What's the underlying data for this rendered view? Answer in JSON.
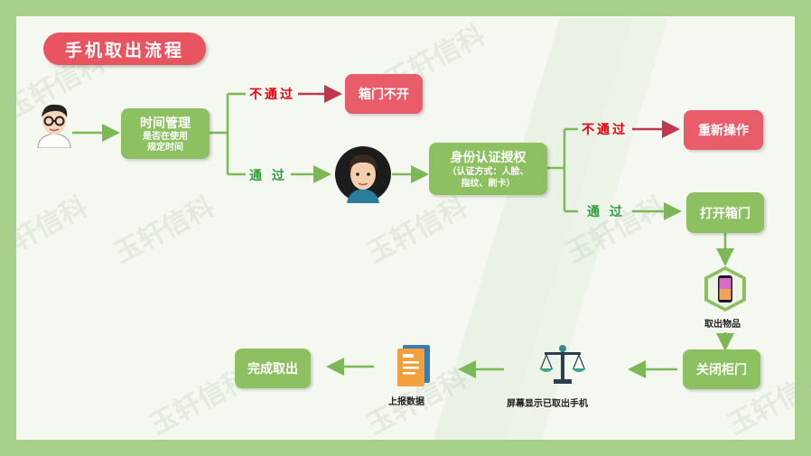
{
  "title": "手机取出流程",
  "nodes": {
    "check_time": {
      "title": "时间管理",
      "sub": "是否在使用\n规定时间"
    },
    "box_closed": "箱门不开",
    "auth": {
      "title": "身份认证授权",
      "sub": "（认证方式：人脸、\n指纹、刷卡）"
    },
    "retry": "重新操作",
    "open_box": "打开箱门",
    "close_box": "关闭柜门",
    "done": "完成取出"
  },
  "labels": {
    "fail_1": "不通过",
    "pass_1": "通 过",
    "fail_2": "不通过",
    "pass_2": "通 过"
  },
  "captions": {
    "take_item": "取出物品",
    "screen_show": "屏幕显示已取出手机",
    "report": "上报数据"
  },
  "watermark": "玉轩信科",
  "icons": [
    "user-avatar-icon",
    "man-face-icon",
    "phone-hexagon-icon",
    "scale-icon",
    "document-icon"
  ],
  "colors": {
    "green": "#8cc061",
    "red": "#e95d6b",
    "fail_text": "#e60012",
    "pass_text": "#2e9d3a",
    "frame": "#a6cf8a",
    "title": "#e8545f"
  }
}
